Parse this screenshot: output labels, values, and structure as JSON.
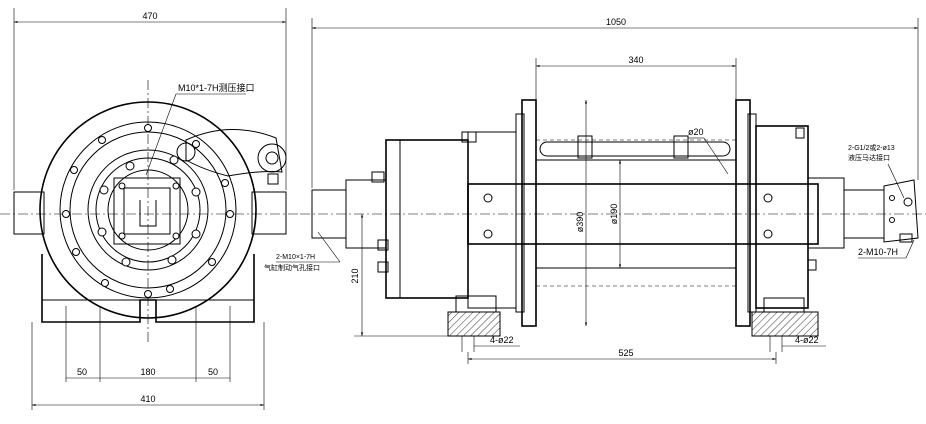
{
  "dims": {
    "end_width": "470",
    "overall_length": "1050",
    "drum_width": "340",
    "pin_dia": "ø20",
    "flange_dia": "ø390",
    "drum_dia": "ø190",
    "base_height": "210",
    "foot_holes_left": "4-ø22",
    "foot_holes_right": "4-ø22",
    "foot_spacing": "525",
    "base_left": "50",
    "base_mid": "180",
    "base_right": "50",
    "base_width": "410"
  },
  "notes": {
    "left_port": "M10*1-7H测压接口",
    "brake_port_code": "2-M10×1-7H",
    "brake_port_desc": "气缸制动气孔接口",
    "motor_port_code": "2-G1/2或2-ø13",
    "motor_port_desc": "液压马达接口",
    "motor_thread": "2-M10-7H"
  }
}
